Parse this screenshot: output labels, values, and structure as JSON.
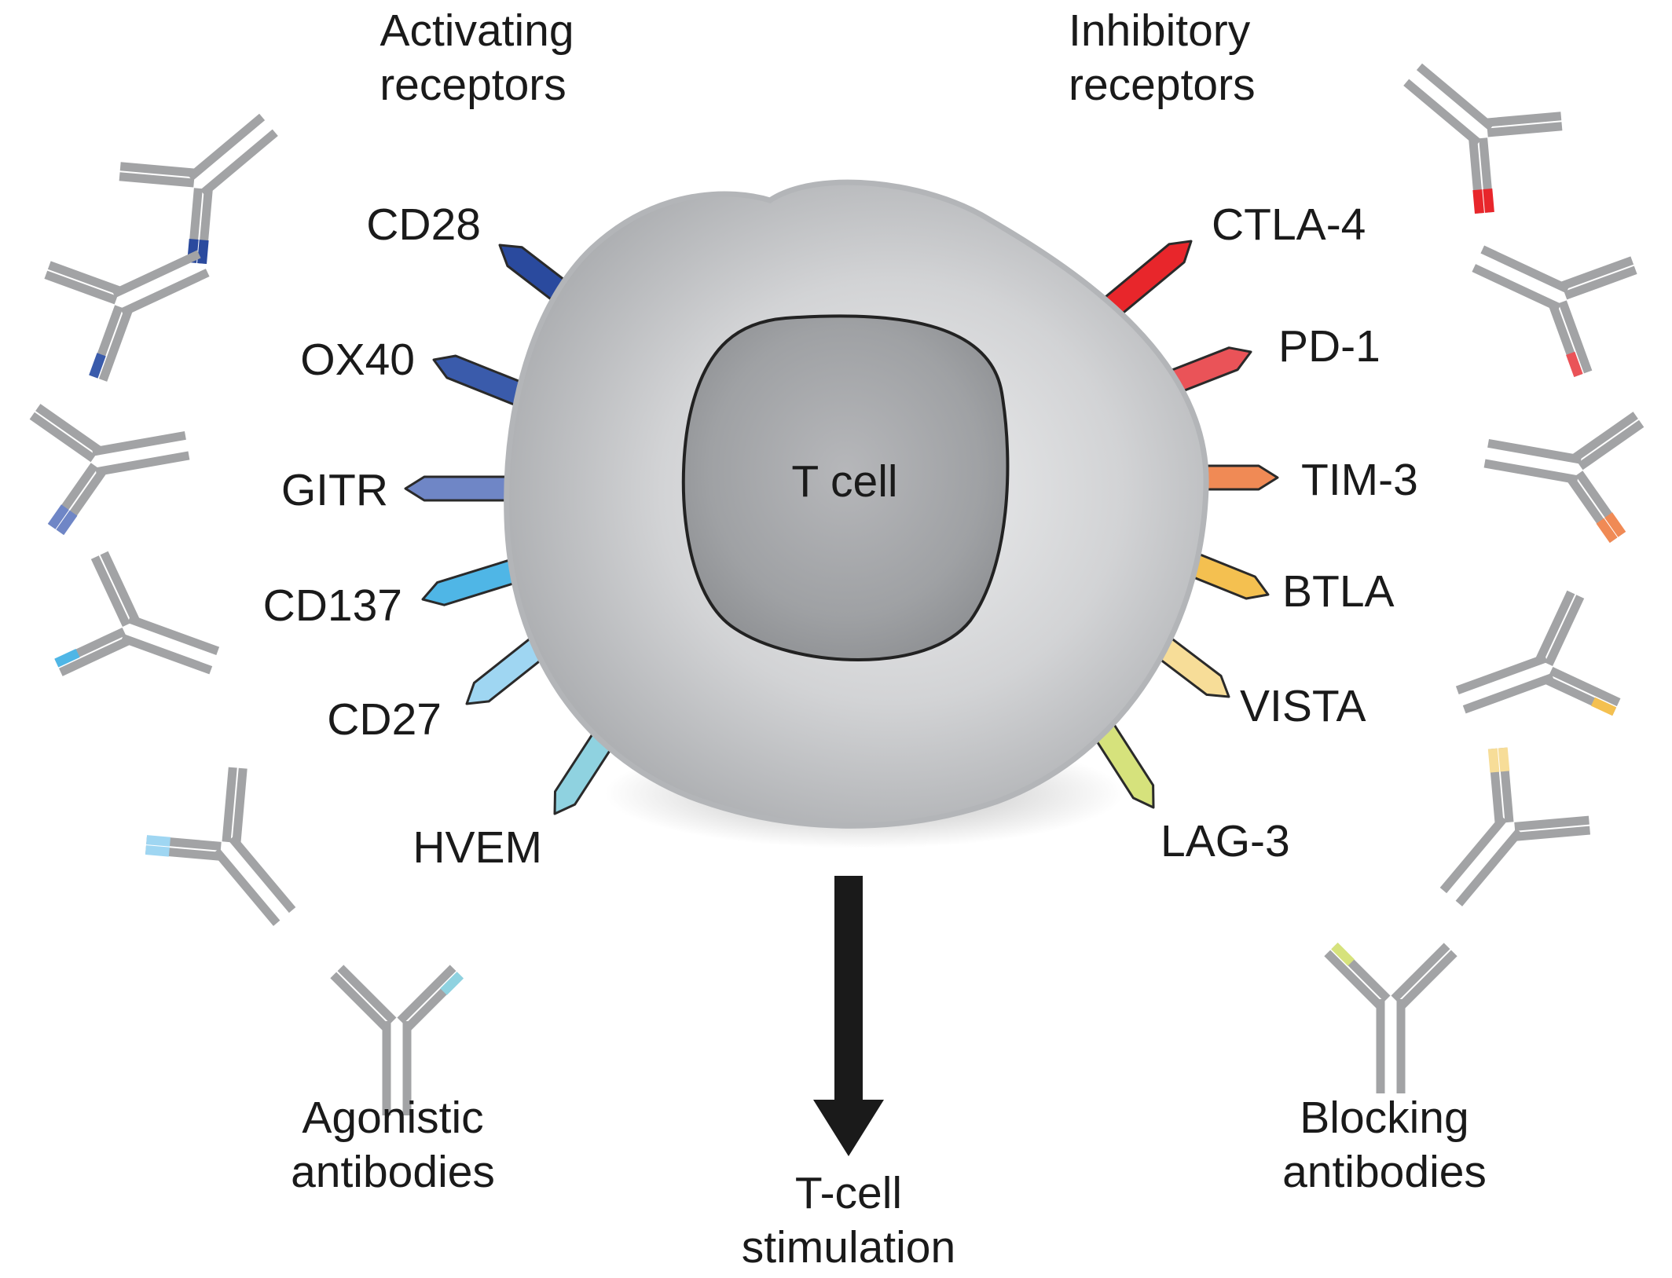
{
  "headers": {
    "activating": [
      "Activating",
      "receptors"
    ],
    "inhibitory": [
      "Inhibitory",
      "receptors"
    ],
    "agonistic": [
      "Agonistic",
      "antibodies"
    ],
    "blocking": [
      "Blocking",
      "antibodies"
    ],
    "stimulation": [
      "T-cell",
      "stimulation"
    ]
  },
  "cell_label": "T cell",
  "activating_receptors": [
    {
      "label": "CD28",
      "color": "#2a4a9e"
    },
    {
      "label": "OX40",
      "color": "#3a5bab"
    },
    {
      "label": "GITR",
      "color": "#6f86c6"
    },
    {
      "label": "CD137",
      "color": "#4fb6e6"
    },
    {
      "label": "CD27",
      "color": "#9fd6f2"
    },
    {
      "label": "HVEM",
      "color": "#8fd2e0"
    }
  ],
  "inhibitory_receptors": [
    {
      "label": "CTLA-4",
      "color": "#e8262b"
    },
    {
      "label": "PD-1",
      "color": "#ea5358"
    },
    {
      "label": "TIM-3",
      "color": "#f08a55"
    },
    {
      "label": "BTLA",
      "color": "#f4c050"
    },
    {
      "label": "VISTA",
      "color": "#f7dd98"
    },
    {
      "label": "LAG-3",
      "color": "#d6e27c"
    }
  ],
  "colors": {
    "antibody_gray": "#a2a3a5",
    "arrow": "#1a1a1a"
  }
}
